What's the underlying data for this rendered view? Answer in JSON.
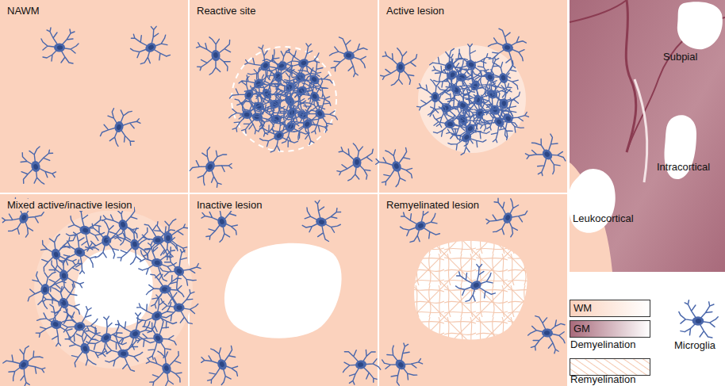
{
  "diagram": {
    "nodes": [
      {
        "text": [
          "NAWM"
        ]
      },
      {
        "text": [
          "Reactive site"
        ]
      },
      {
        "text": [
          "Active lesion"
        ]
      },
      {
        "text": [
          "Mixed active/inactive lesion"
        ]
      },
      {
        "text": [
          "Inactive lesion"
        ]
      },
      {
        "text": [
          "Remyelinated lesion"
        ]
      }
    ],
    "labels": [
      "Subpial",
      "Intracortical",
      "Leukocortical"
    ],
    "legend": [
      {
        "text": "WM",
        "color": "#fbd2bd"
      },
      {
        "text": "GM",
        "color": "#a86a7b"
      },
      {
        "text": "Demyelination"
      },
      {
        "text": "Microglia"
      },
      {
        "text": "Remyelination"
      }
    ]
  }
}
